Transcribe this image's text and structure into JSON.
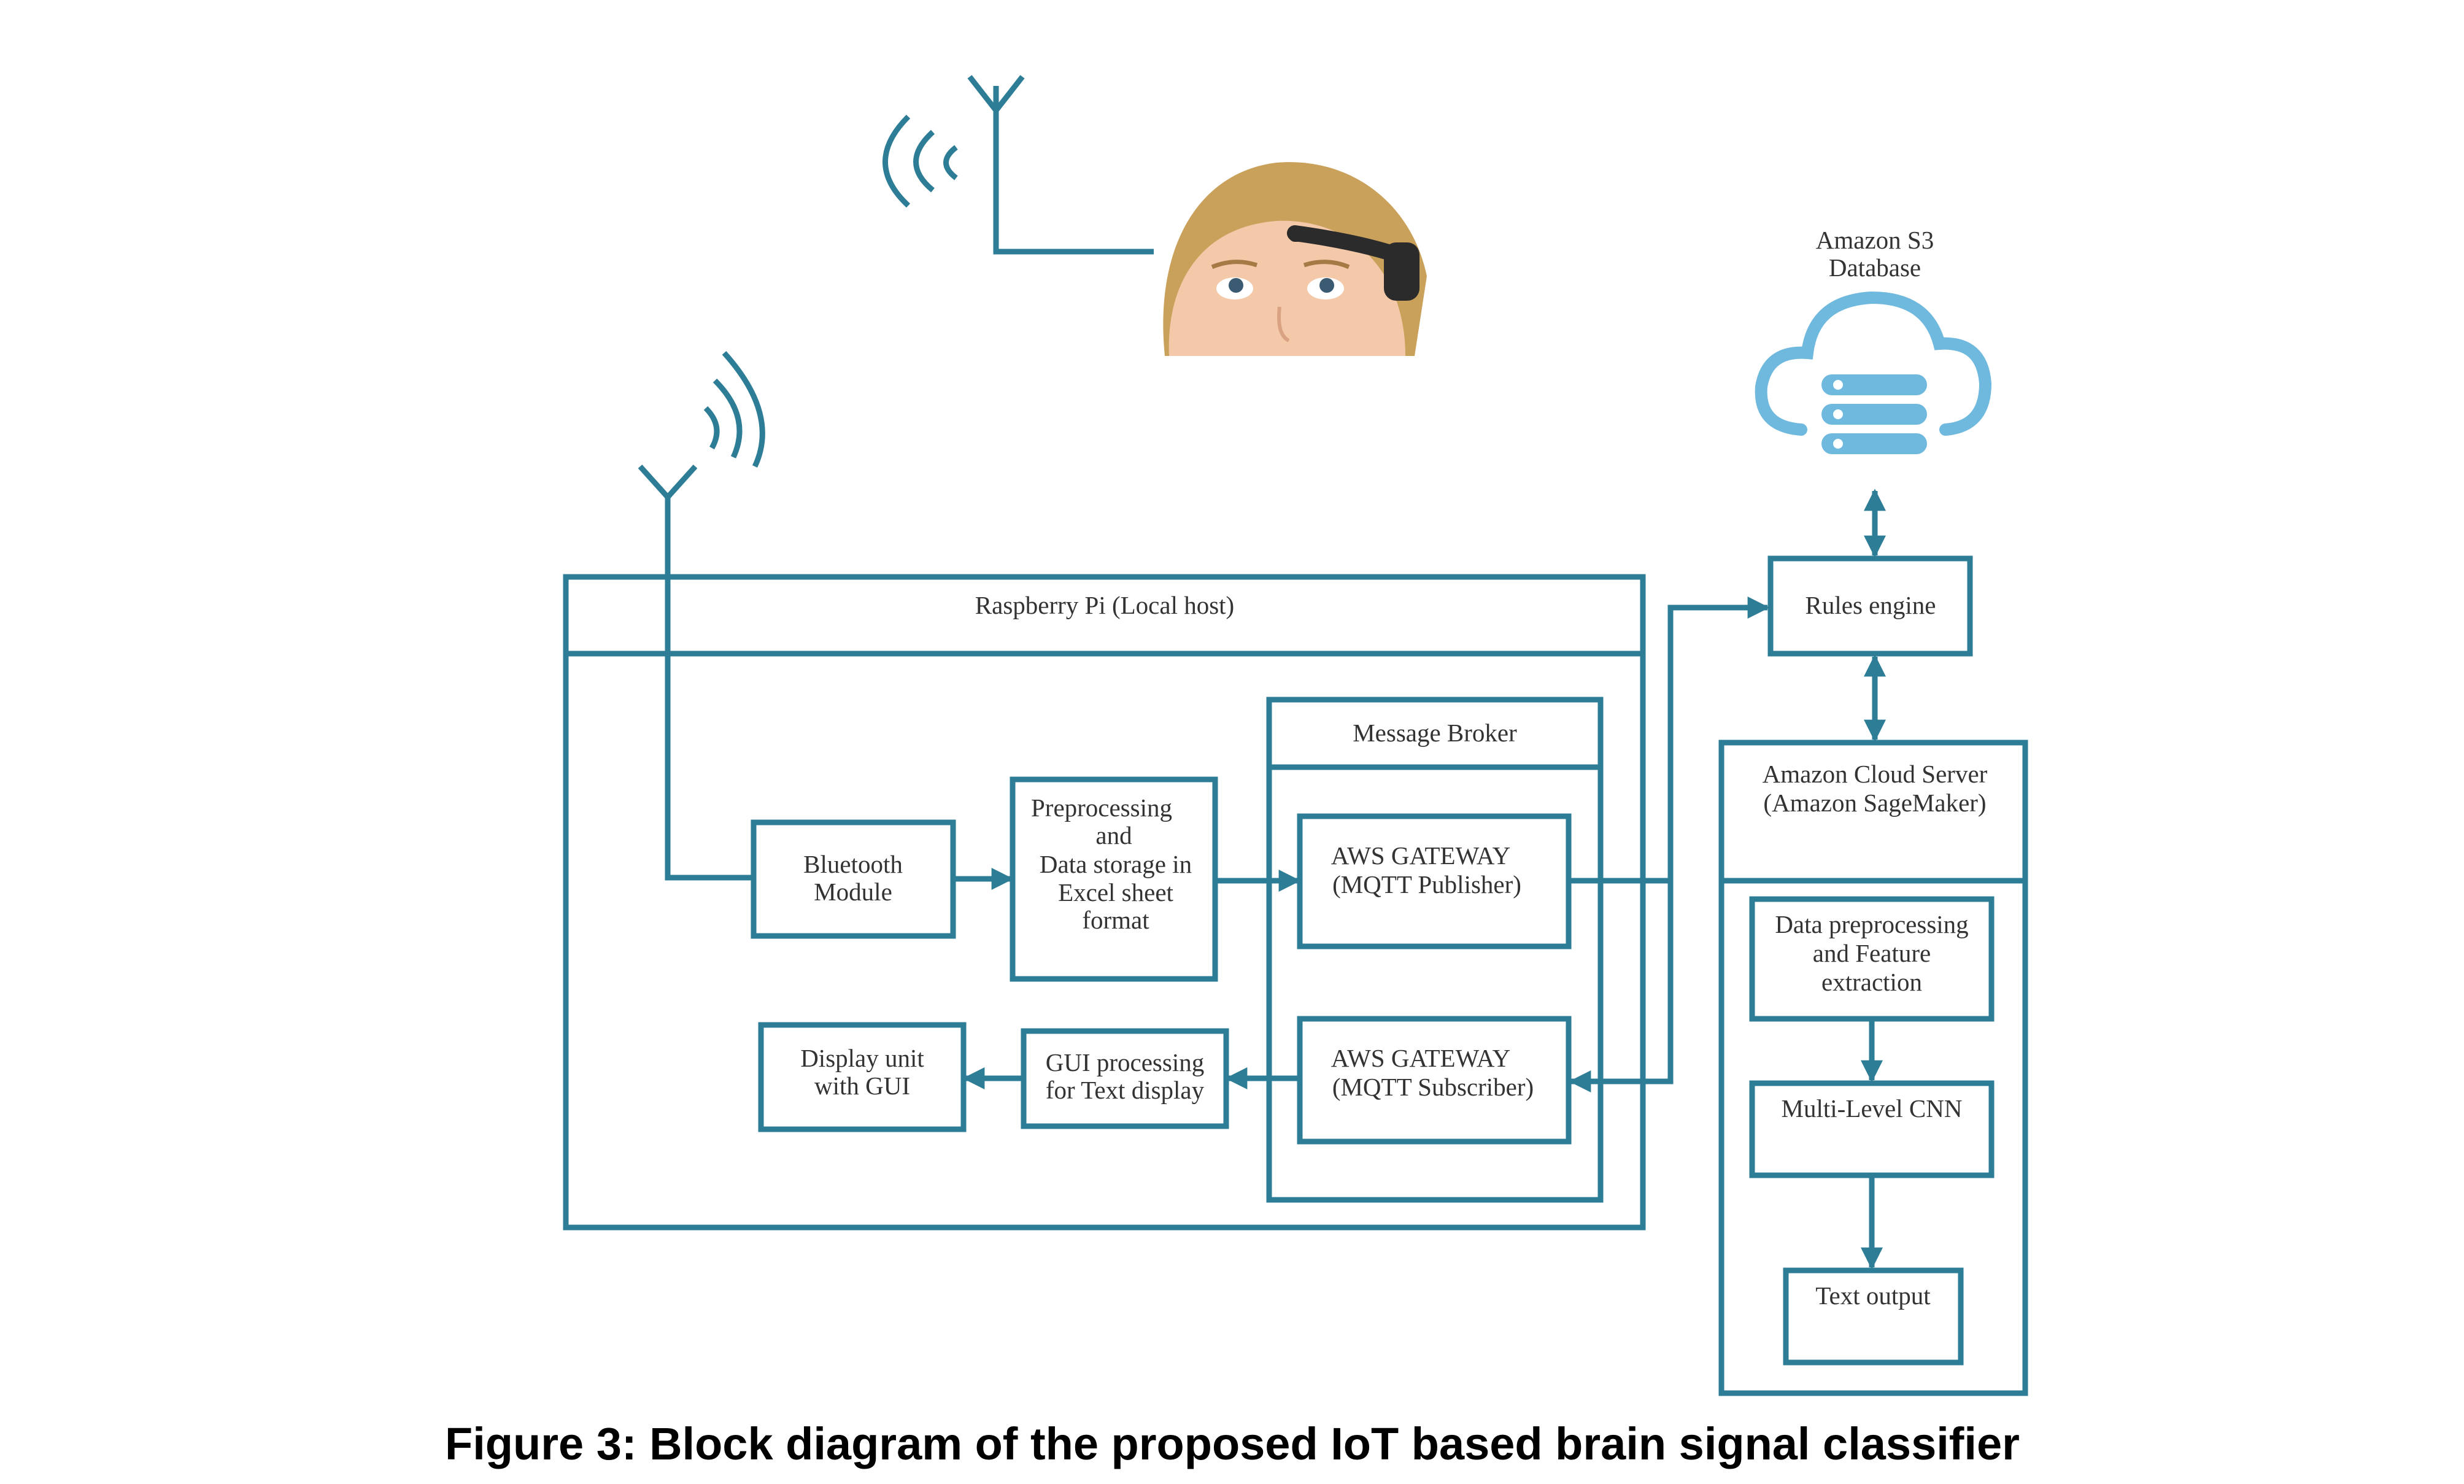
{
  "figure": {
    "caption": "Figure 3: Block diagram of the proposed IoT based brain signal classifier"
  },
  "colors": {
    "line": "#2e7d96",
    "cloud": "#6fb8de",
    "text": "#333333"
  },
  "icons": [
    "headset-user-photo",
    "antenna-icon",
    "signal-waves-icon",
    "cloud-database-icon"
  ],
  "blocks": {
    "s3_line1": "Amazon S3",
    "s3_line2": "Database",
    "raspberry_pi": "Raspberry Pi (Local host)",
    "message_broker": "Message Broker",
    "bluetooth_line1": "Bluetooth",
    "bluetooth_line2": "Module",
    "preproc_line1": "Preprocessing",
    "preproc_line2": "and",
    "preproc_line3": "Data storage in",
    "preproc_line4": "Excel sheet",
    "preproc_line5": "format",
    "pub_line1": "AWS GATEWAY",
    "pub_line2": "(MQTT Publisher)",
    "sub_line1": "AWS GATEWAY",
    "sub_line2": "(MQTT Subscriber)",
    "display_line1": "Display unit",
    "display_line2": "with GUI",
    "gui_line1": "GUI processing",
    "gui_line2": "for Text display",
    "rules_engine": "Rules engine",
    "cloud_server_line1": "Amazon Cloud Server",
    "cloud_server_line2": "(Amazon SageMaker)",
    "feature_line1": "Data preprocessing",
    "feature_line2": "and Feature",
    "feature_line3": "extraction",
    "cnn": "Multi-Level CNN",
    "text_output": "Text output"
  }
}
